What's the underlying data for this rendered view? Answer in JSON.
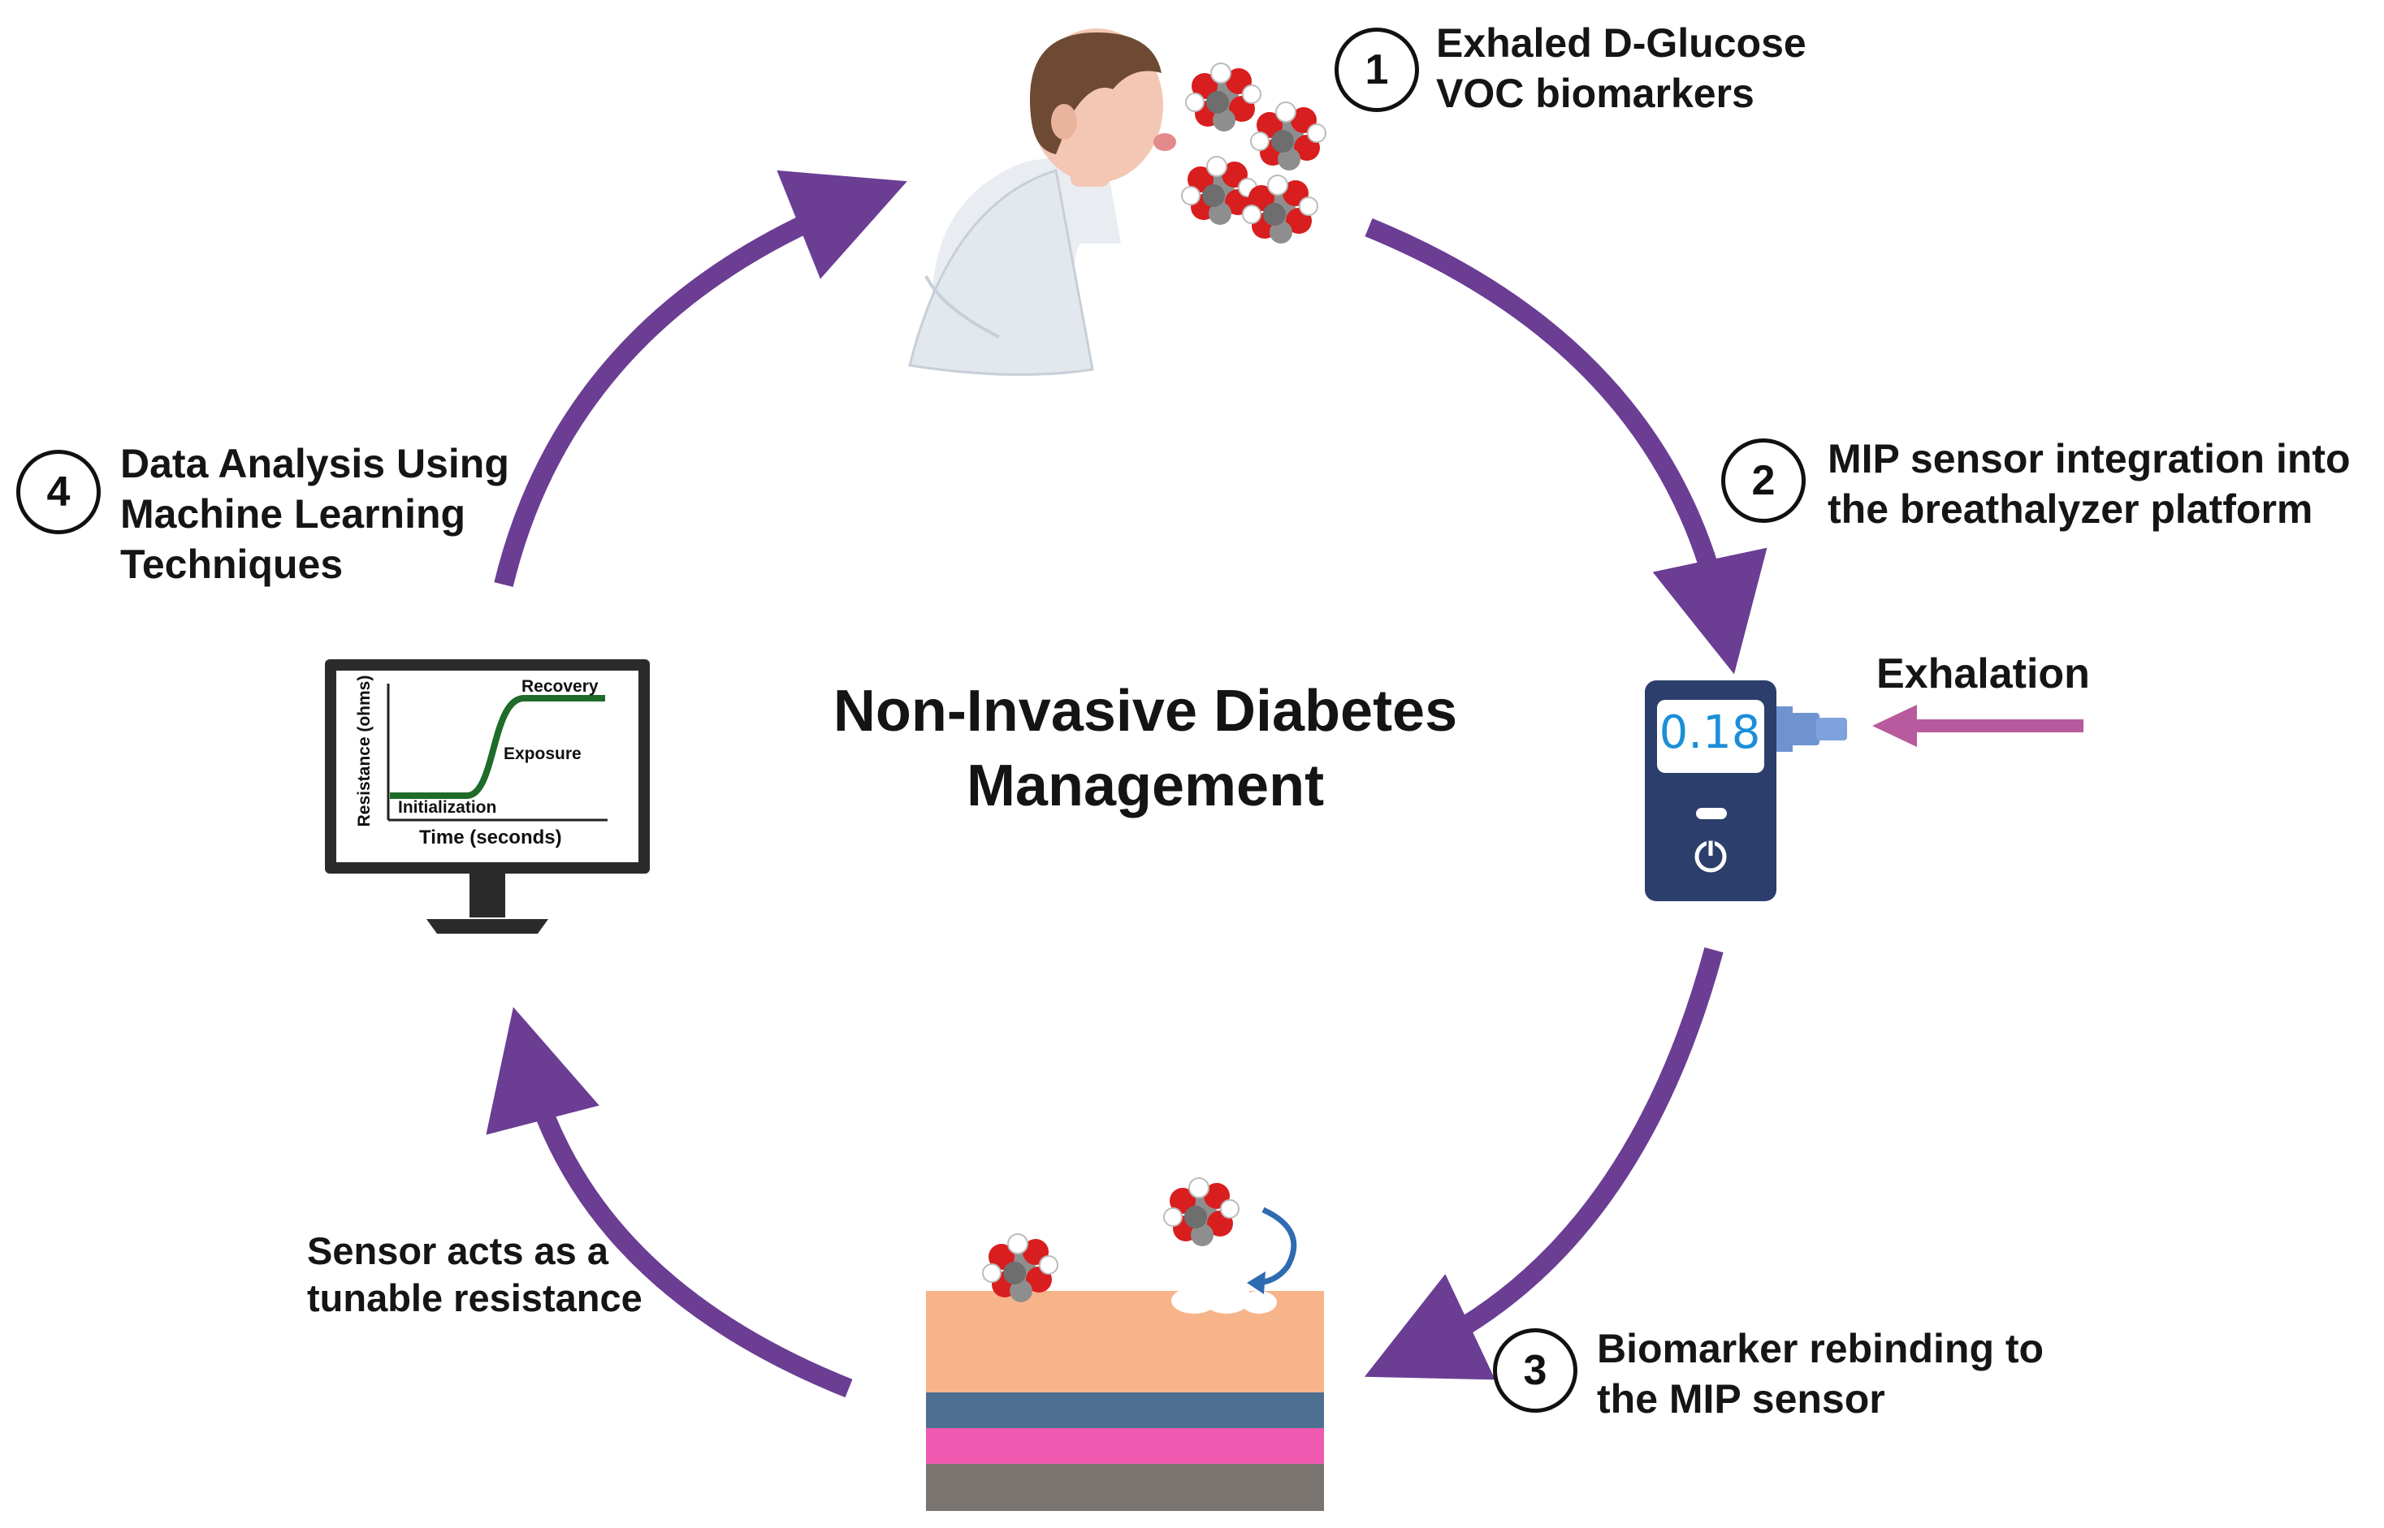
{
  "title_lines": [
    "Non-Invasive Diabetes",
    "Management"
  ],
  "steps": [
    {
      "number": "1",
      "lines": [
        "Exhaled D-Glucose",
        "VOC biomarkers"
      ]
    },
    {
      "number": "2",
      "lines": [
        "MIP sensor integration into",
        "the breathalyzer platform"
      ]
    },
    {
      "number": "3",
      "lines": [
        "Biomarker rebinding to",
        "the MIP sensor"
      ]
    },
    {
      "number": "4",
      "lines": [
        "Data Analysis Using",
        "Machine Learning",
        "Techniques"
      ]
    }
  ],
  "sensor_note_lines": [
    "Sensor acts as a",
    "tunable resistance"
  ],
  "device": {
    "reading": "0.18",
    "exhalation_label": "Exhalation"
  },
  "monitor_plot": {
    "ylabel": "Resistance (ohms)",
    "xlabel": "Time (seconds)",
    "annotations": {
      "initialization": "Initialization",
      "exposure": "Exposure",
      "recovery": "Recovery"
    }
  },
  "colors": {
    "cycle_arrow": "#6b3d93",
    "exhalation_arrow": "#b85a9e",
    "device_body": "#2c3e6b",
    "reading_text": "#1a8fd8",
    "curve": "#1f6b2a",
    "layer_mip": "#f7b48a",
    "layer_blue": "#4f6f92",
    "layer_pink": "#ef5ab0",
    "layer_substrate": "#7a7470",
    "molecule_oxygen": "#d81e1e",
    "molecule_carbon": "#8e8e8e"
  },
  "icons": [
    "person-exhaling-icon",
    "glucose-molecule-icon",
    "breathalyzer-icon",
    "monitor-icon",
    "sensor-layers-icon",
    "power-icon",
    "rebind-arrow-icon"
  ]
}
